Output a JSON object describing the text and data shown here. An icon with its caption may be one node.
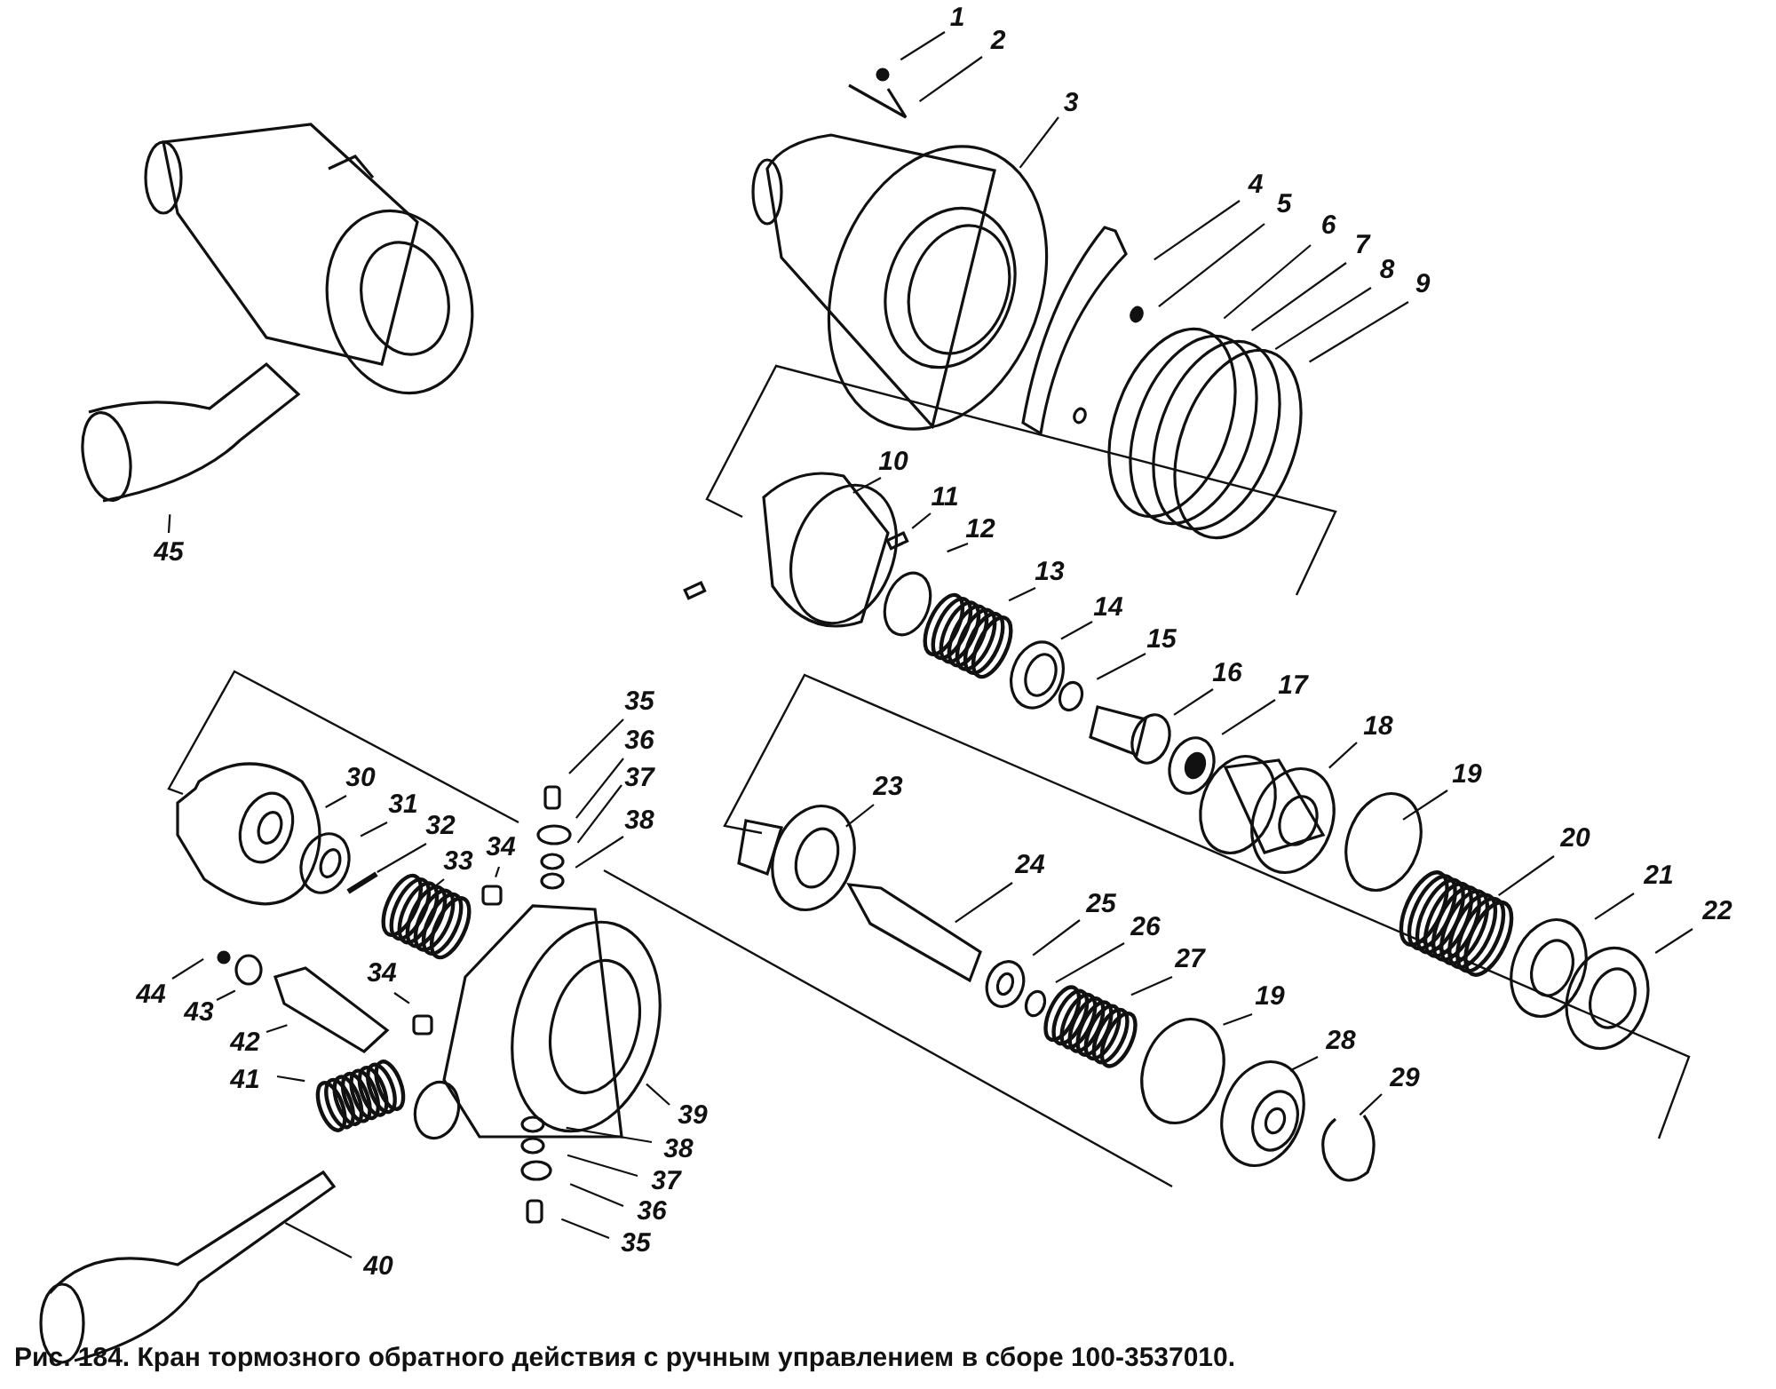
{
  "diagram": {
    "caption": "Рис. 184. Кран тормозного обратного действия с ручным управлением в сборе 100-3537010.",
    "nodes": [
      {
        "text": [
          "1"
        ]
      },
      {
        "text": [
          "2"
        ]
      },
      {
        "text": [
          "3"
        ]
      },
      {
        "text": [
          "4"
        ]
      },
      {
        "text": [
          "5"
        ]
      },
      {
        "text": [
          "6"
        ]
      },
      {
        "text": [
          "7"
        ]
      },
      {
        "text": [
          "8"
        ]
      },
      {
        "text": [
          "9"
        ]
      },
      {
        "text": [
          "10"
        ]
      },
      {
        "text": [
          "11"
        ]
      },
      {
        "text": [
          "12"
        ]
      },
      {
        "text": [
          "13"
        ]
      },
      {
        "text": [
          "14"
        ]
      },
      {
        "text": [
          "15"
        ]
      },
      {
        "text": [
          "16"
        ]
      },
      {
        "text": [
          "17"
        ]
      },
      {
        "text": [
          "18"
        ]
      },
      {
        "text": [
          "19"
        ]
      },
      {
        "text": [
          "20"
        ]
      },
      {
        "text": [
          "21"
        ]
      },
      {
        "text": [
          "22"
        ]
      },
      {
        "text": [
          "23"
        ]
      },
      {
        "text": [
          "24"
        ]
      },
      {
        "text": [
          "25"
        ]
      },
      {
        "text": [
          "26"
        ]
      },
      {
        "text": [
          "27"
        ]
      },
      {
        "text": [
          "19"
        ]
      },
      {
        "text": [
          "28"
        ]
      },
      {
        "text": [
          "29"
        ]
      },
      {
        "text": [
          "30"
        ]
      },
      {
        "text": [
          "31"
        ]
      },
      {
        "text": [
          "32"
        ]
      },
      {
        "text": [
          "33"
        ]
      },
      {
        "text": [
          "34"
        ]
      },
      {
        "text": [
          "35"
        ]
      },
      {
        "text": [
          "36"
        ]
      },
      {
        "text": [
          "37"
        ]
      },
      {
        "text": [
          "38"
        ]
      },
      {
        "text": [
          "34"
        ]
      },
      {
        "text": [
          "44"
        ]
      },
      {
        "text": [
          "43"
        ]
      },
      {
        "text": [
          "42"
        ]
      },
      {
        "text": [
          "41"
        ]
      },
      {
        "text": [
          "39"
        ]
      },
      {
        "text": [
          "38"
        ]
      },
      {
        "text": [
          "37"
        ]
      },
      {
        "text": [
          "36"
        ]
      },
      {
        "text": [
          "35"
        ]
      },
      {
        "text": [
          "40"
        ]
      },
      {
        "text": [
          "45"
        ]
      }
    ],
    "edges": [
      {
        "from": 0,
        "to": null,
        "arrow": "none"
      },
      {
        "from": 1,
        "to": null,
        "arrow": "none"
      },
      {
        "from": 2,
        "to": null,
        "arrow": "none"
      },
      {
        "from": 3,
        "to": null,
        "arrow": "none"
      },
      {
        "from": 4,
        "to": null,
        "arrow": "none"
      },
      {
        "from": 5,
        "to": null,
        "arrow": "none"
      },
      {
        "from": 6,
        "to": null,
        "arrow": "none"
      },
      {
        "from": 7,
        "to": null,
        "arrow": "none"
      },
      {
        "from": 8,
        "to": null,
        "arrow": "none"
      },
      {
        "from": 9,
        "to": null,
        "arrow": "none"
      },
      {
        "from": 10,
        "to": null,
        "arrow": "none"
      },
      {
        "from": 11,
        "to": null,
        "arrow": "none"
      },
      {
        "from": 12,
        "to": null,
        "arrow": "none"
      },
      {
        "from": 13,
        "to": null,
        "arrow": "none"
      },
      {
        "from": 14,
        "to": null,
        "arrow": "none"
      },
      {
        "from": 15,
        "to": null,
        "arrow": "none"
      },
      {
        "from": 16,
        "to": null,
        "arrow": "none"
      },
      {
        "from": 17,
        "to": null,
        "arrow": "none"
      },
      {
        "from": 18,
        "to": null,
        "arrow": "none"
      },
      {
        "from": 19,
        "to": null,
        "arrow": "none"
      },
      {
        "from": 20,
        "to": null,
        "arrow": "none"
      },
      {
        "from": 21,
        "to": null,
        "arrow": "none"
      },
      {
        "from": 22,
        "to": null,
        "arrow": "none"
      },
      {
        "from": 23,
        "to": null,
        "arrow": "none"
      },
      {
        "from": 24,
        "to": null,
        "arrow": "none"
      },
      {
        "from": 25,
        "to": null,
        "arrow": "none"
      },
      {
        "from": 26,
        "to": null,
        "arrow": "none"
      },
      {
        "from": 27,
        "to": null,
        "arrow": "none"
      },
      {
        "from": 28,
        "to": null,
        "arrow": "none"
      },
      {
        "from": 29,
        "to": null,
        "arrow": "none"
      },
      {
        "from": 30,
        "to": null,
        "arrow": "none"
      },
      {
        "from": 31,
        "to": null,
        "arrow": "none"
      },
      {
        "from": 32,
        "to": null,
        "arrow": "none"
      },
      {
        "from": 33,
        "to": null,
        "arrow": "none"
      },
      {
        "from": 34,
        "to": null,
        "arrow": "none"
      },
      {
        "from": 35,
        "to": null,
        "arrow": "none"
      },
      {
        "from": 36,
        "to": null,
        "arrow": "none"
      },
      {
        "from": 37,
        "to": null,
        "arrow": "none"
      },
      {
        "from": 38,
        "to": null,
        "arrow": "none"
      },
      {
        "from": 39,
        "to": null,
        "arrow": "none"
      },
      {
        "from": 40,
        "to": null,
        "arrow": "none"
      },
      {
        "from": 41,
        "to": null,
        "arrow": "none"
      },
      {
        "from": 42,
        "to": null,
        "arrow": "none"
      },
      {
        "from": 43,
        "to": null,
        "arrow": "none"
      },
      {
        "from": 44,
        "to": null,
        "arrow": "none"
      },
      {
        "from": 45,
        "to": null,
        "arrow": "none"
      },
      {
        "from": 46,
        "to": null,
        "arrow": "none"
      },
      {
        "from": 47,
        "to": null,
        "arrow": "none"
      },
      {
        "from": 48,
        "to": null,
        "arrow": "none"
      },
      {
        "from": 49,
        "to": null,
        "arrow": "none"
      },
      {
        "from": 50,
        "to": null,
        "arrow": "none"
      }
    ]
  }
}
